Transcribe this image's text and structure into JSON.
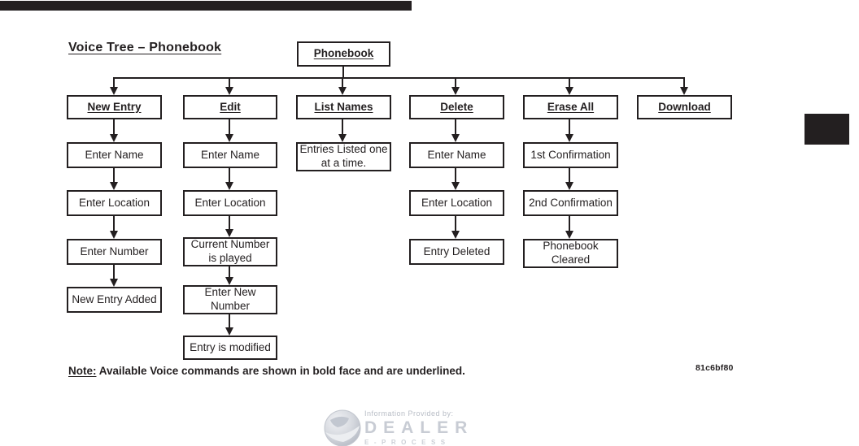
{
  "page": {
    "title": "Voice Tree – Phonebook",
    "note_label": "Note:",
    "note_text": " Available Voice commands are shown in bold face and are underlined.",
    "figure_code": "81c6bf80"
  },
  "tree": {
    "root_label": "Phonebook",
    "columns": [
      {
        "label": "New Entry",
        "children": [
          "Enter Name",
          "Enter Location",
          "Enter Number",
          "New Entry Added"
        ]
      },
      {
        "label": "Edit",
        "children": [
          "Enter Name",
          "Enter Location",
          "Current Number\nis played",
          "Enter New\nNumber",
          "Entry is modified"
        ]
      },
      {
        "label": "List Names",
        "children": [
          "Entries Listed one\nat a time."
        ]
      },
      {
        "label": "Delete",
        "children": [
          "Enter Name",
          "Enter Location",
          "Entry Deleted"
        ]
      },
      {
        "label": "Erase All",
        "children": [
          "1st Confirmation",
          "2nd Confirmation",
          "Phonebook\nCleared"
        ]
      },
      {
        "label": "Download",
        "children": []
      }
    ]
  },
  "footer": {
    "provided_by": "Information Provided by:",
    "brand": "DEALER",
    "brand_sub": "E-PROCESS"
  },
  "colors": {
    "ink": "#231f20",
    "paper": "#ffffff",
    "logo_gray": "#c8ccd4"
  }
}
